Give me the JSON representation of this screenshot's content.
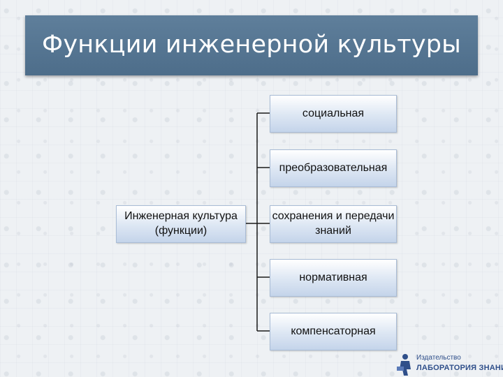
{
  "title": "Функции инженерной культуры",
  "root": "Инженерная культура (функции)",
  "children": [
    "социальная",
    "преобразовательная",
    "сохранения и передачи знаний",
    "нормативная",
    "компенсаторная"
  ],
  "logo": {
    "publisher_line": "Издательство",
    "name_line": "ЛАБОРАТОРИЯ ЗНАНИЙ"
  },
  "colors": {
    "title_bar": "#577793",
    "node_top": "#ffffff",
    "node_bottom": "#c4d4ea",
    "connector": "#1a1a1a"
  }
}
